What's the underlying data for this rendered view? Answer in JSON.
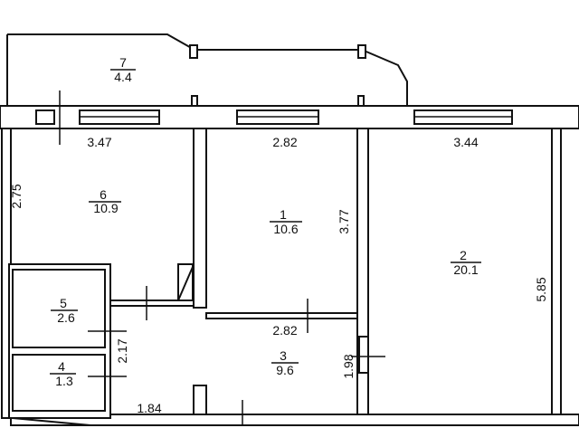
{
  "rooms": [
    {
      "number": "7",
      "area": "4.4"
    },
    {
      "number": "6",
      "area": "10.9"
    },
    {
      "number": "1",
      "area": "10.6"
    },
    {
      "number": "2",
      "area": "20.1"
    },
    {
      "number": "5",
      "area": "2.6"
    },
    {
      "number": "3",
      "area": "9.6"
    },
    {
      "number": "4",
      "area": "1.3"
    }
  ],
  "dimensions": {
    "room6_width": "3.47",
    "room1_width": "2.82",
    "room2_width": "3.44",
    "room6_depth": "2.75",
    "room1_depth": "3.77",
    "room2_depth": "5.85",
    "closet_height": "2.17",
    "hall_width": "2.82",
    "hall_depth": "1.98",
    "entry_width": "1.84"
  }
}
